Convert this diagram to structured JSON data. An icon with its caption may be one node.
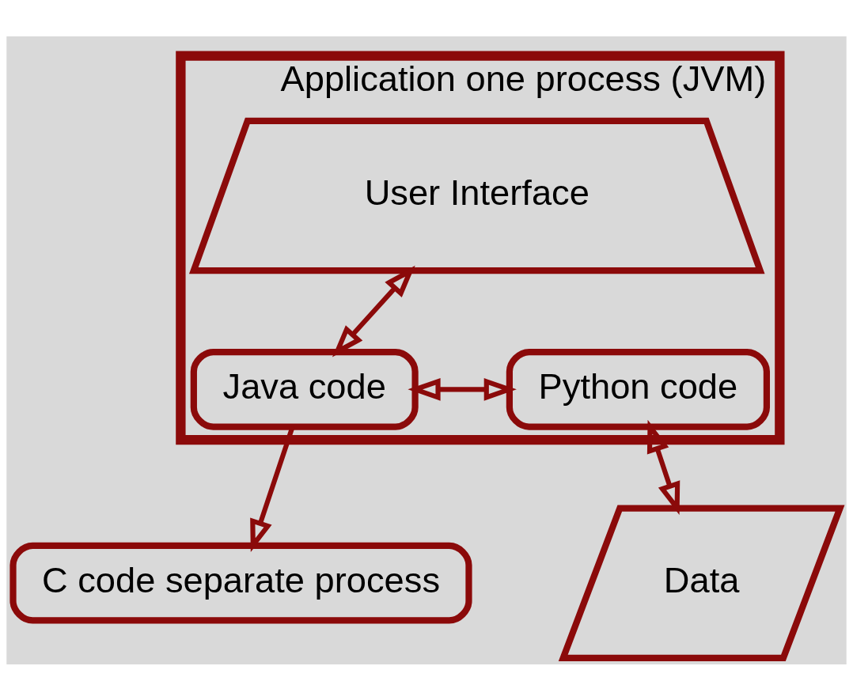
{
  "diagram": {
    "nodes": [
      {
        "text": [
          "Application one process (JVM)"
        ]
      },
      {
        "text": [
          "User Interface"
        ],
        "in": 0
      },
      {
        "text": [
          "Java code"
        ],
        "in": 0
      },
      {
        "text": [
          "Python code"
        ],
        "in": 0
      },
      {
        "text": [
          "Data"
        ]
      },
      {
        "text": [
          "C code separate process"
        ]
      }
    ],
    "edges": [
      {
        "from": 1,
        "to": 2,
        "arrow": "both"
      },
      {
        "from": 2,
        "to": 3,
        "arrow": "both"
      },
      {
        "from": 3,
        "to": 4,
        "arrow": "both"
      },
      {
        "from": 2,
        "to": 5,
        "arrow": "to"
      }
    ]
  }
}
